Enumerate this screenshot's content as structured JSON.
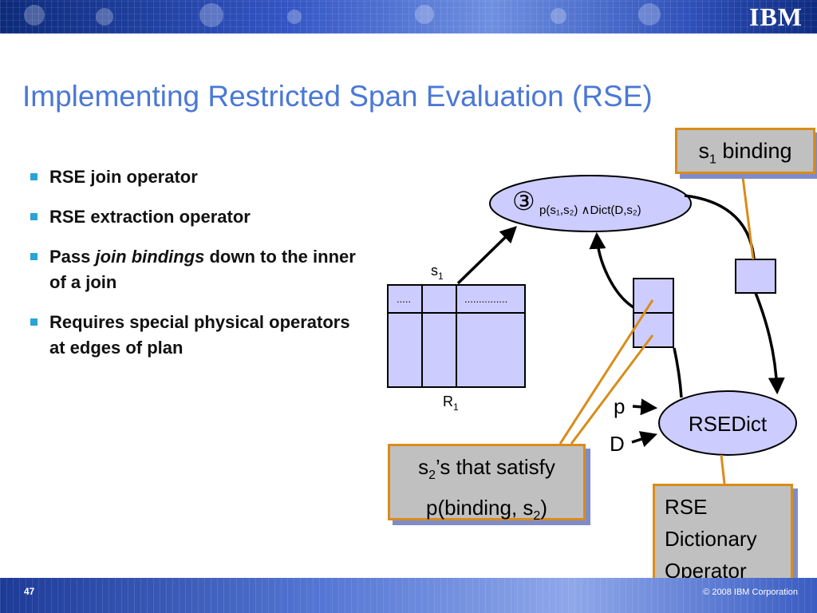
{
  "header": {
    "logo": "IBM"
  },
  "title": "Implementing Restricted Span Evaluation (RSE)",
  "bullets": [
    {
      "text": "RSE join operator"
    },
    {
      "text": "RSE extraction operator"
    },
    {
      "pre": "Pass ",
      "italic": "join bindings",
      "post": " down to the inner of a join"
    },
    {
      "text": "Requires special physical operators at edges of plan"
    }
  ],
  "diagram": {
    "join_node": {
      "symbol": "③",
      "label": "p(s₁,s₂) ∧Dict(D,s₂)"
    },
    "s1_label": {
      "s": "s",
      "sub": "1"
    },
    "table": {
      "cell1": ".....",
      "cell3": "...............",
      "name": "R",
      "name_sub": "1"
    },
    "rse_dict_label": "RSEDict",
    "input_p": "p",
    "input_d": "D"
  },
  "callouts": {
    "s1_binding": {
      "pre": "s",
      "sub": "1",
      "post": " binding"
    },
    "s2_satisfy": {
      "line1_pre": "s",
      "line1_sub": "2",
      "line1_post": "’s that satisfy",
      "line2_pre": "p(binding, s",
      "line2_sub": "2",
      "line2_post": ")"
    },
    "rse_operator": {
      "line1": "RSE",
      "line2": "Dictionary",
      "line3": "Operator"
    }
  },
  "footer": {
    "page_number": "47",
    "copyright": "© 2008 IBM Corporation"
  },
  "colors": {
    "title": "#4a78d6",
    "bullet": "#2aa3d6",
    "shape_fill": "#ccccff",
    "callout_border": "#d98c1a",
    "callout_fill": "#c0c0c0"
  }
}
